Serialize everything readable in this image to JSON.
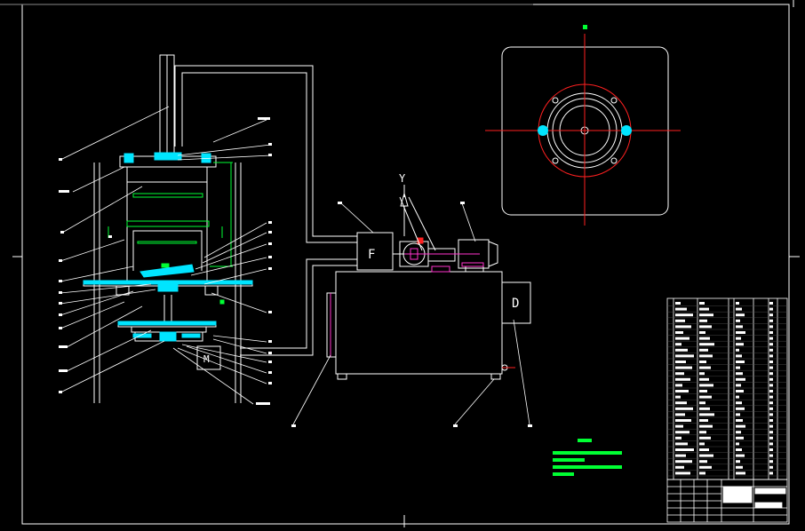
{
  "drawing": {
    "background": "#000000",
    "line_color": "#ffffff",
    "accent_cyan": "#00e5ff",
    "accent_red": "#ff2020",
    "accent_green": "#00ff33",
    "accent_magenta": "#ff33cc",
    "labels": {
      "box_f": "F",
      "box_d": "D",
      "box_m": "M",
      "axis_y": "Y"
    }
  }
}
